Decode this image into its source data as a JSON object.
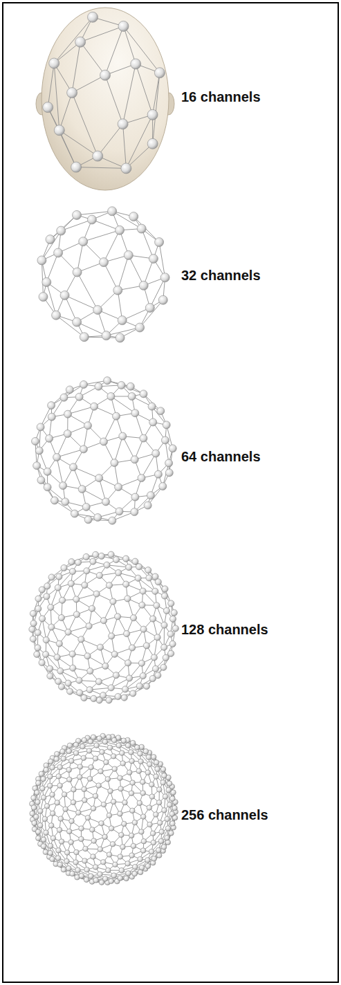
{
  "diagram": {
    "labels": [
      "16 channels",
      "32 channels",
      "64 channels",
      "128 channels",
      "256 channels"
    ]
  }
}
